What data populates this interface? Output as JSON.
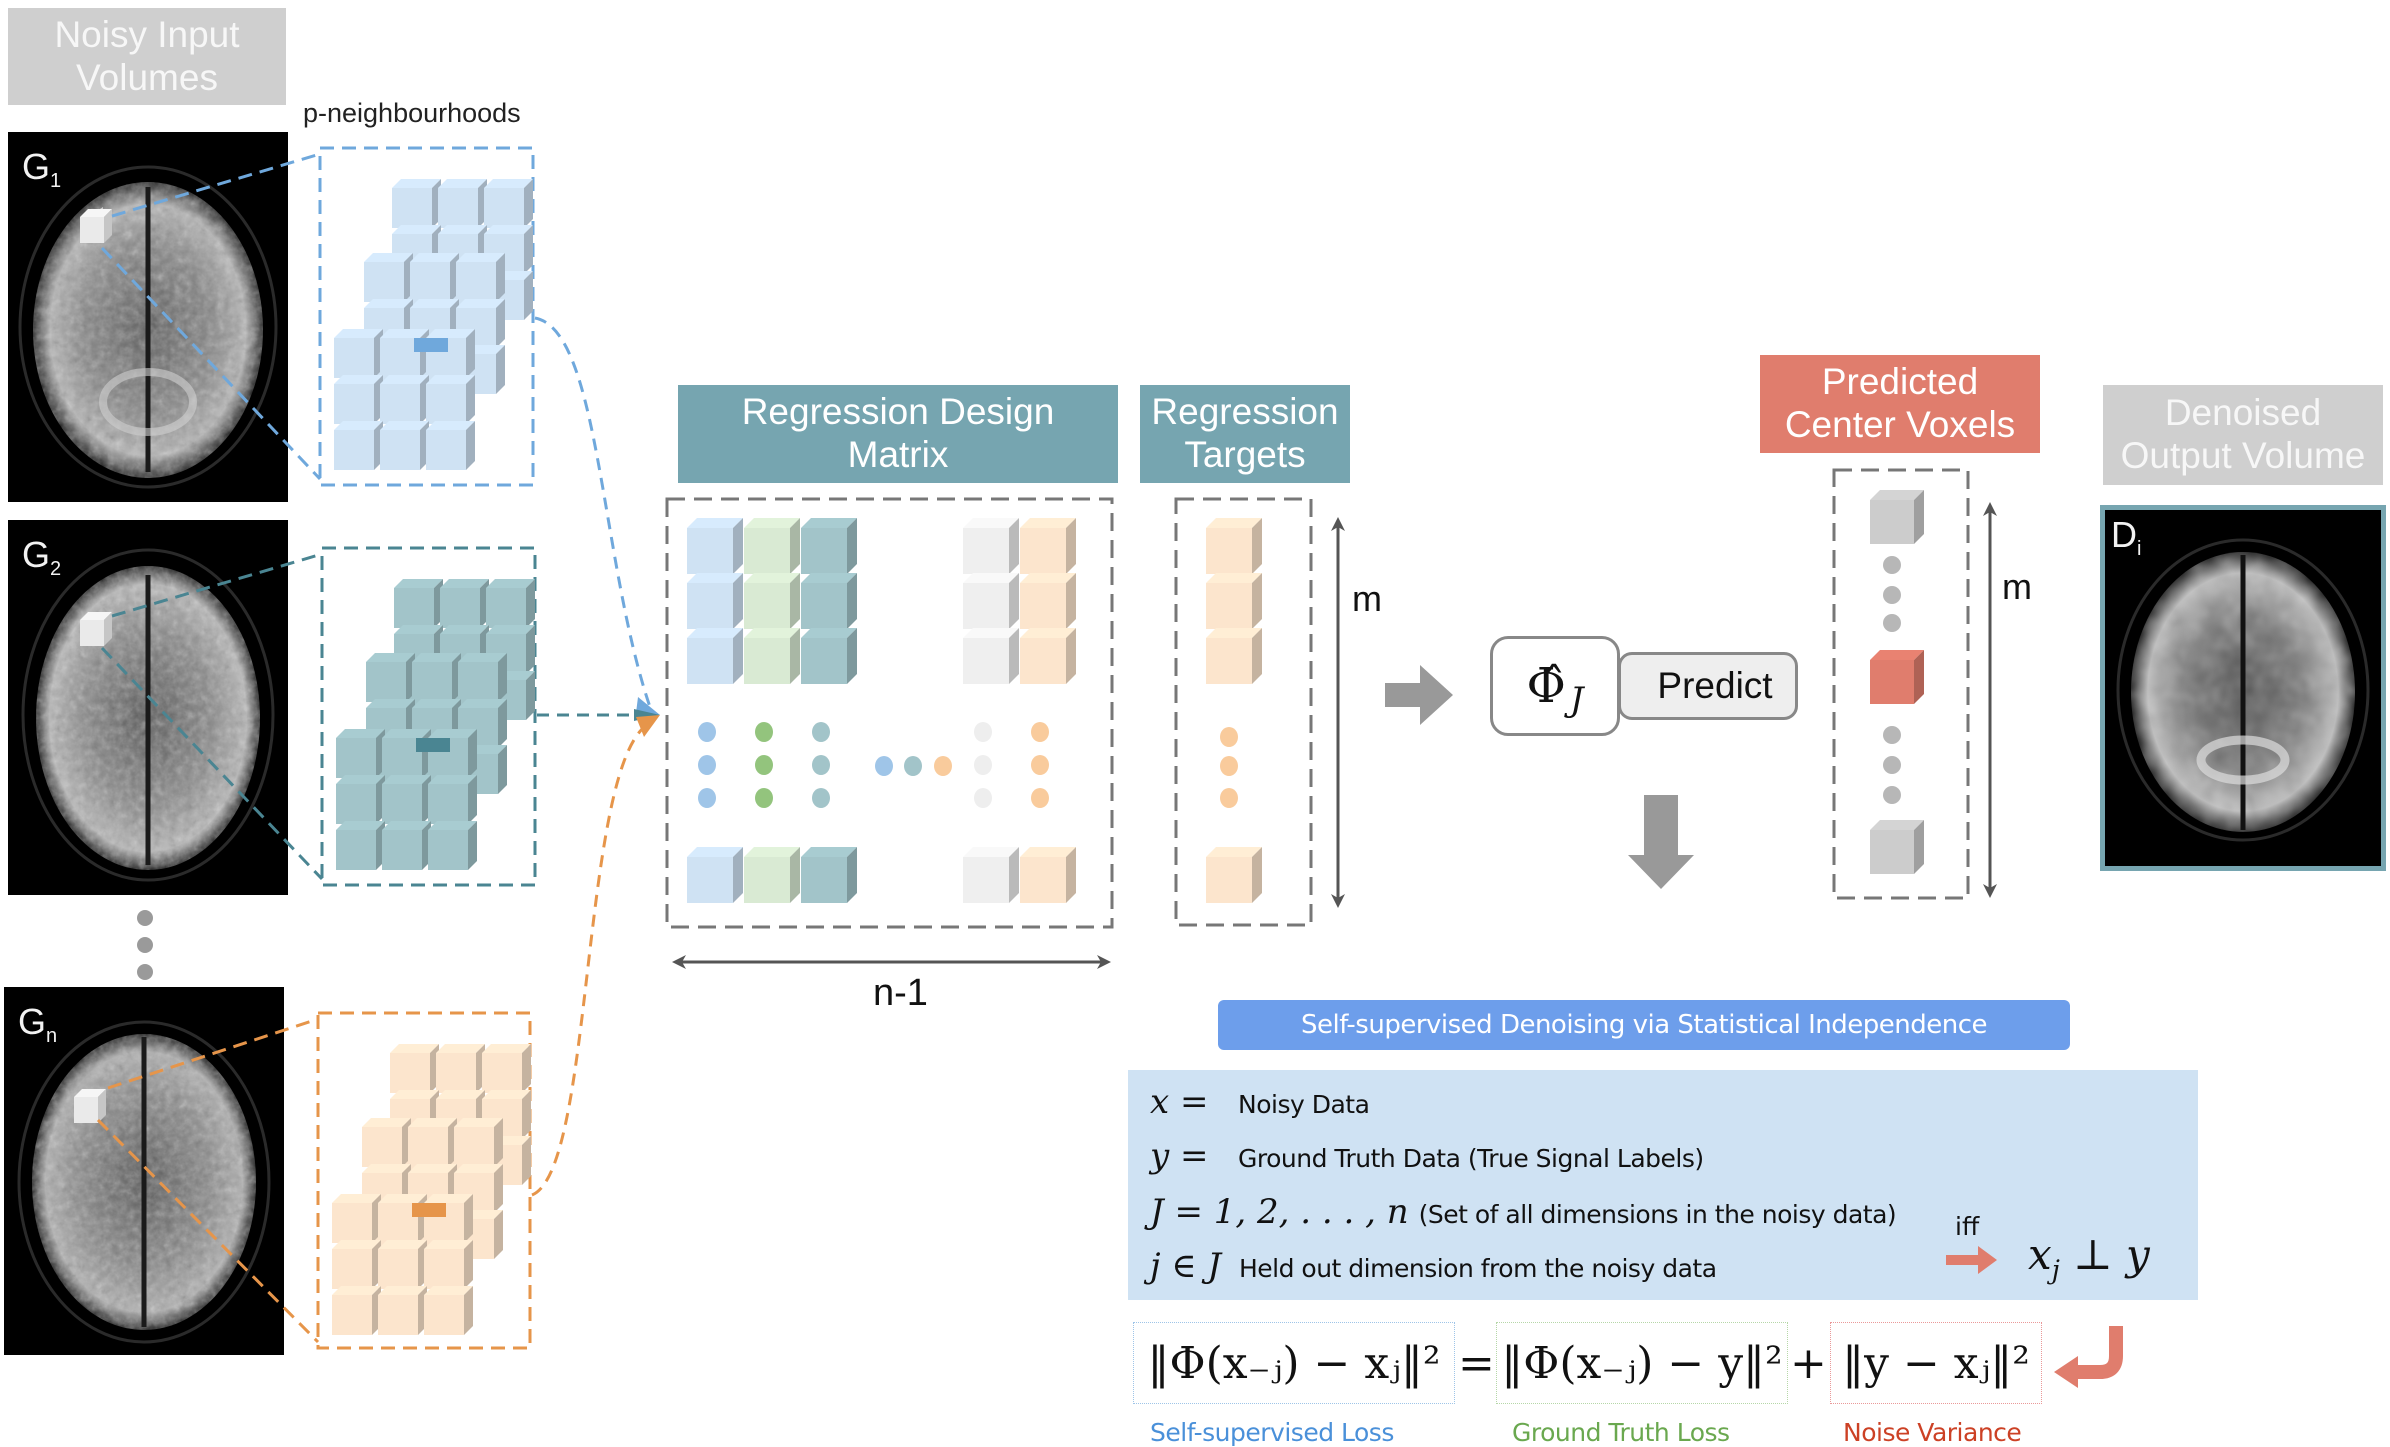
{
  "headers": {
    "noisy_input": "Noisy Input Volumes",
    "neighbourhoods": "p-neighbourhoods",
    "design_matrix": "Regression Design Matrix",
    "targets": "Regression Targets",
    "predicted": "Predicted Center Voxels",
    "denoised": "Denoised Output Volume"
  },
  "volumes": [
    {
      "label": "G",
      "sub": "1",
      "color": "#6fa8dc",
      "light": "#cfe2f3"
    },
    {
      "label": "G",
      "sub": "2",
      "color": "#4a8592",
      "light": "#a2c4c9"
    },
    {
      "label": "G",
      "sub": "n",
      "color": "#e6954a",
      "light": "#fce5cd"
    }
  ],
  "output_volume": {
    "label": "D",
    "sub": "i"
  },
  "dimensions": {
    "rows": "m",
    "cols": "n-1",
    "pred_rows": "m"
  },
  "model": {
    "symbol": "Φ̂",
    "subscript": "J",
    "action": "Predict"
  },
  "matrix_columns": [
    {
      "name": "G1",
      "color": "#cfe2f3",
      "side": "#9fc5e8",
      "dot": "#9fc5e8"
    },
    {
      "name": "G2-green",
      "color": "#d9ead3",
      "side": "#b6d7a8",
      "dot": "#93c47d"
    },
    {
      "name": "G3-teal",
      "color": "#a2c4c9",
      "side": "#76a5af",
      "dot": "#a2c4c9"
    },
    {
      "name": "Gj-heldout",
      "color": "#efefef",
      "side": "#dddddd",
      "dot": "#eeeeee"
    },
    {
      "name": "Gn",
      "color": "#fce5cd",
      "side": "#d5bba6",
      "dot": "#f9cb9c"
    }
  ],
  "theory": {
    "title": "Self-supervised Denoising via Statistical Independence",
    "definitions": [
      {
        "symbol": "x =",
        "text": "Noisy Data"
      },
      {
        "symbol": "y =",
        "text": "Ground Truth Data (True Signal Labels)"
      },
      {
        "symbol": "J = 1, 2, . . . , n",
        "text": "(Set of all dimensions in the noisy data)"
      },
      {
        "symbol": "j ∈ J",
        "text": "Held out dimension from the noisy data"
      }
    ],
    "iff_label": "iff",
    "independence": "x",
    "independence_sub": "j",
    "independence_rest": " ⊥ y"
  },
  "equation": {
    "lhs": "‖Φ(x₋ⱼ) − xⱼ‖²",
    "equals": "=",
    "term1": "‖Φ(x₋ⱼ) − y‖²",
    "plus": "+",
    "term2": "‖y − xⱼ‖²",
    "labels": {
      "lhs": "Self-supervised Loss",
      "term1": "Ground Truth Loss",
      "term2": "Noise Variance"
    }
  },
  "colors": {
    "blue": "#6fa8dc",
    "teal": "#4a8592",
    "orange": "#e6954a",
    "red": "#e07d6d",
    "header_teal": "#76a5b0",
    "title_blue": "#6d9eeb",
    "panel_blue": "#cfe2f3",
    "label_blue": "#4a90d9",
    "label_green": "#6aa84f",
    "label_red": "#cc4125"
  }
}
